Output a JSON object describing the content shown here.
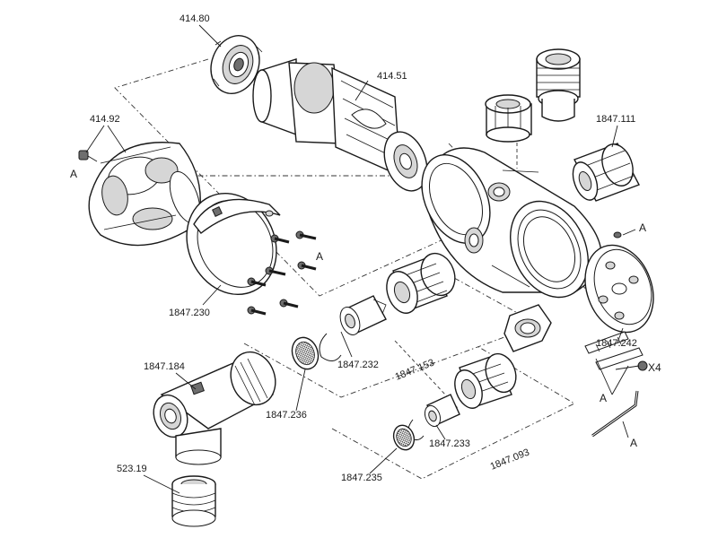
{
  "labels": {
    "p414_80": "414.80",
    "p414_51": "414.51",
    "p414_92": "414.92",
    "p1847_111": "1847.111",
    "p1847_230": "1847.230",
    "p1847_232": "1847.232",
    "p1847_153": "1847.153",
    "p1847_184": "1847.184",
    "p1847_236": "1847.236",
    "p1847_242": "1847.242",
    "p1847_233": "1847.233",
    "p1847_093": "1847.093",
    "p1847_235": "1847.235",
    "p523_19": "523.19",
    "a_screw_left": "A",
    "a_screw_ring": "A",
    "a_screw_body": "A",
    "a_anchors": "A",
    "a_hexkey": "A",
    "x4": "X4"
  },
  "colors": {
    "line": "#1a1a1a",
    "shade": "#d6d6d6",
    "dark": "#6e6e6e",
    "background": "#ffffff"
  }
}
